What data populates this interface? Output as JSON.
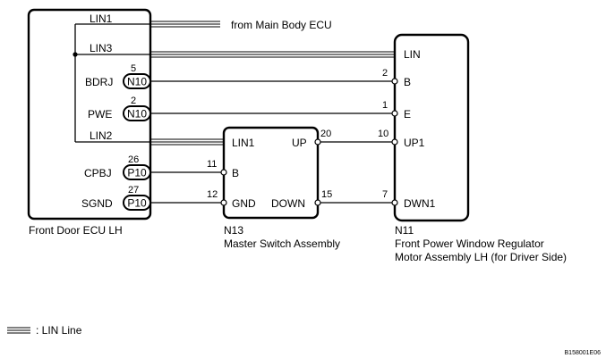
{
  "front_door_ecu": {
    "name": "Front Door ECU LH",
    "terminals": [
      "LIN1",
      "LIN3",
      "BDRJ",
      "PWE",
      "LIN2",
      "CPBJ",
      "SGND"
    ]
  },
  "connectors": {
    "bdrj": {
      "pin": "5",
      "code": "N10"
    },
    "pwe": {
      "pin": "2",
      "code": "N10"
    },
    "cpbj": {
      "pin": "26",
      "code": "P10"
    },
    "sgnd": {
      "pin": "27",
      "code": "P10"
    }
  },
  "master_switch": {
    "id": "N13",
    "name": "Master Switch Assembly",
    "terminals": {
      "lin1": "LIN1",
      "up": "UP",
      "b": "B",
      "gnd": "GND",
      "down": "DOWN"
    },
    "pins": {
      "up": "20",
      "b": "11",
      "gnd": "12",
      "down": "15"
    }
  },
  "regulator": {
    "id": "N11",
    "name_line1": "Front Power Window Regulator",
    "name_line2": "Motor Assembly LH (for Driver Side)",
    "terminals": {
      "lin": "LIN",
      "b": "B",
      "e": "E",
      "up1": "UP1",
      "dwn1": "DWN1"
    },
    "pins": {
      "b": "2",
      "e": "1",
      "up1": "10",
      "dwn1": "7"
    }
  },
  "from_main_body": "from Main Body ECU",
  "legend": {
    "label": ": LIN Line"
  },
  "figure_code": "B158001E06"
}
